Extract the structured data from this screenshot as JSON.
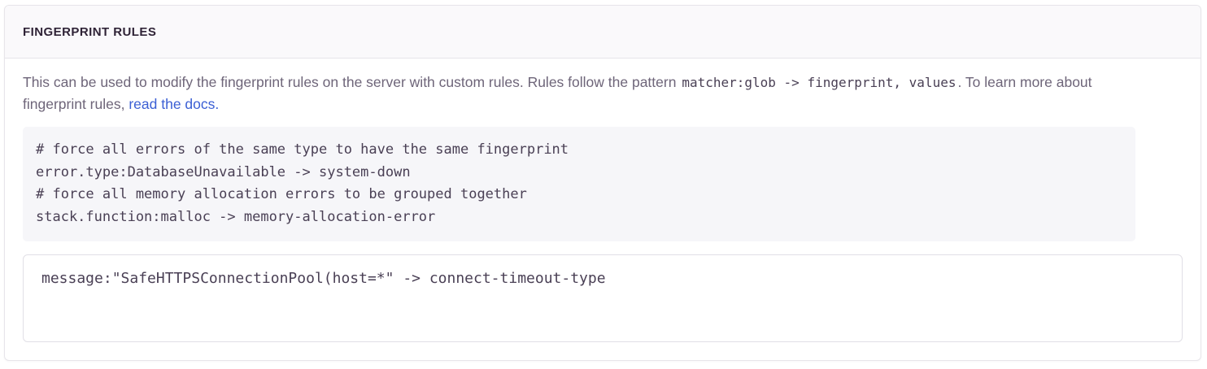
{
  "panel": {
    "title": "FINGERPRINT RULES"
  },
  "description": {
    "part1": "This can be used to modify the fingerprint rules on the server with custom rules. Rules follow the pattern ",
    "inline_code": "matcher:glob -> fingerprint, values",
    "part2": ". To learn more about fingerprint rules, ",
    "link_label": "read the docs.",
    "link_color": "#3b5fd4"
  },
  "code_example": {
    "lines": [
      "# force all errors of the same type to have the same fingerprint",
      "error.type:DatabaseUnavailable -> system-down",
      "# force all memory allocation errors to be grouped together",
      "stack.function:malloc -> memory-allocation-error"
    ],
    "text": "# force all errors of the same type to have the same fingerprint\nerror.type:DatabaseUnavailable -> system-down\n# force all memory allocation errors to be grouped together\nstack.function:malloc -> memory-allocation-error",
    "background": "#f6f6f9"
  },
  "rules_input": {
    "value": "message:\"SafeHTTPSConnectionPool(host=*\" -> connect-timeout-type",
    "placeholder": "",
    "border_color": "#e1dfe6"
  }
}
